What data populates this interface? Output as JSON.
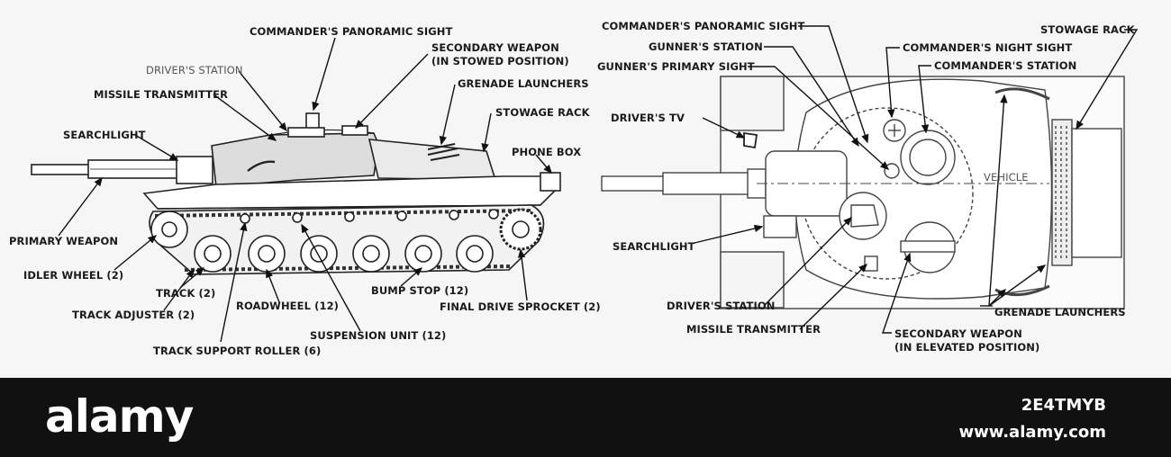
{
  "side_view": {
    "labels": {
      "commanders_panoramic_sight": "COMMANDER'S PANORAMIC SIGHT",
      "secondary_weapon_1": "SECONDARY WEAPON",
      "secondary_weapon_2": "(IN STOWED POSITION)",
      "drivers_station": "DRIVER'S STATION",
      "missile_transmitter": "MISSILE TRANSMITTER",
      "grenade_launchers": "GRENADE LAUNCHERS",
      "stowage_rack": "STOWAGE RACK",
      "searchlight": "SEARCHLIGHT",
      "phone_box": "PHONE BOX",
      "primary_weapon": "PRIMARY WEAPON",
      "idler_wheel": "IDLER WHEEL (2)",
      "track": "TRACK (2)",
      "track_adjuster": "TRACK ADJUSTER (2)",
      "roadwheel": "ROADWHEEL (12)",
      "bump_stop": "BUMP STOP (12)",
      "final_drive_sprocket": "FINAL DRIVE SPROCKET (2)",
      "suspension_unit": "SUSPENSION UNIT (12)",
      "track_support_roller": "TRACK SUPPORT ROLLER (6)"
    }
  },
  "top_view": {
    "labels": {
      "commanders_panoramic_sight": "COMMANDER'S PANORAMIC SIGHT",
      "gunners_station": "GUNNER'S STATION",
      "gunners_primary_sight": "GUNNER'S PRIMARY SIGHT",
      "commanders_night_sight": "COMMANDER'S NIGHT SIGHT",
      "commanders_station": "COMMANDER'S STATION",
      "stowage_rack": "STOWAGE RACK",
      "drivers_tv": "DRIVER'S TV",
      "vehicle": "VEHICLE",
      "searchlight": "SEARCHLIGHT",
      "drivers_station": "DRIVER'S STATION",
      "missile_transmitter": "MISSILE TRANSMITTER",
      "grenade_launchers": "GRENADE LAUNCHERS",
      "secondary_weapon_1": "SECONDARY WEAPON",
      "secondary_weapon_2": "(IN ELEVATED POSITION)"
    }
  },
  "footer": {
    "logo": "alamy",
    "image_id": "2E4TMYB",
    "site": "www.alamy.com"
  }
}
